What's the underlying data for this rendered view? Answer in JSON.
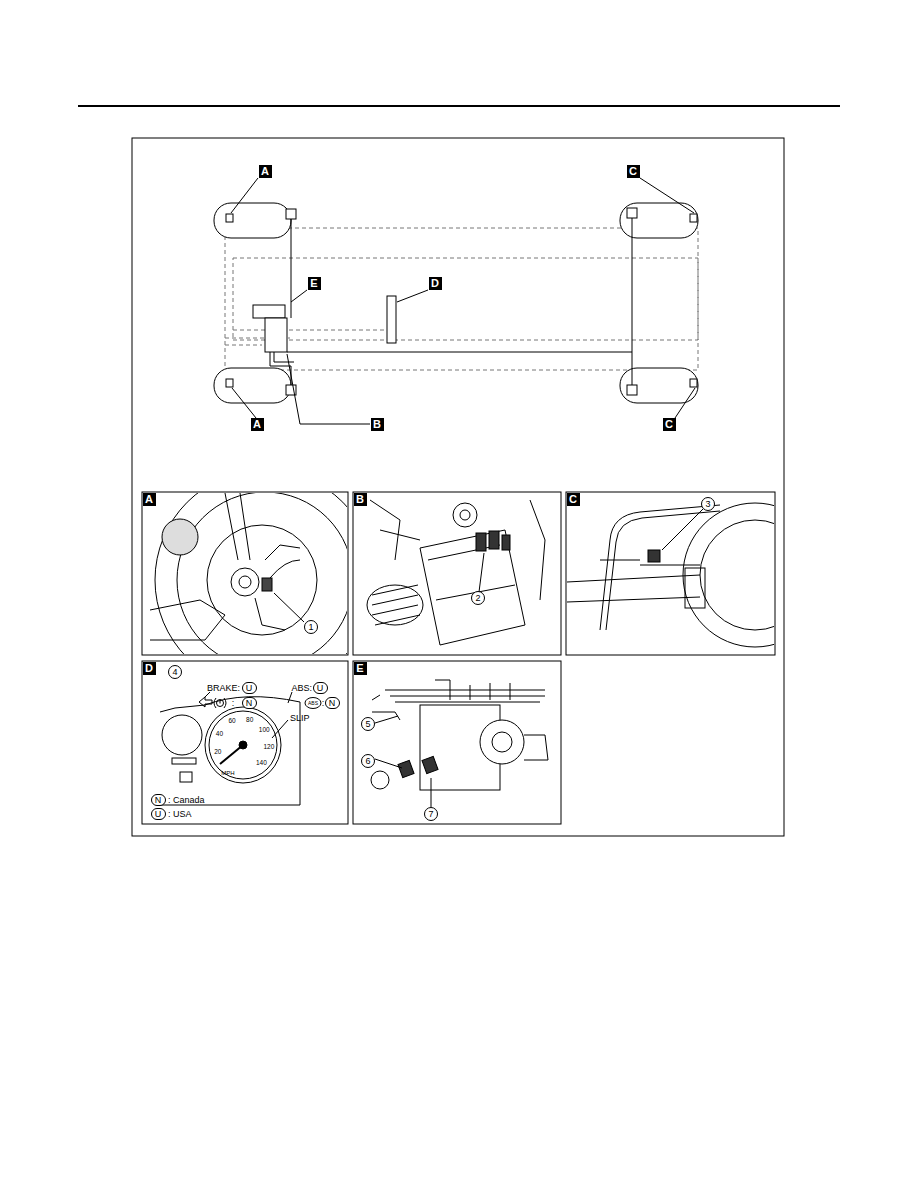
{
  "diagram": {
    "nodes": [
      {
        "text": [
          "A"
        ]
      },
      {
        "text": [
          "C"
        ]
      },
      {
        "text": [
          "E"
        ]
      },
      {
        "text": [
          "D"
        ]
      },
      {
        "text": [
          "A"
        ]
      },
      {
        "text": [
          "B"
        ]
      },
      {
        "text": [
          "C"
        ]
      },
      {
        "text": [
          "A"
        ]
      },
      {
        "text": [
          "1"
        ]
      },
      {
        "text": [
          "B"
        ]
      },
      {
        "text": [
          "2"
        ]
      },
      {
        "text": [
          "C"
        ]
      },
      {
        "text": [
          "3"
        ]
      },
      {
        "text": [
          "D"
        ]
      },
      {
        "text": [
          "4"
        ]
      },
      {
        "text": [
          "U"
        ]
      },
      {
        "text": [
          "U"
        ]
      },
      {
        "text": [
          "N"
        ]
      },
      {
        "text": [
          "N"
        ]
      },
      {
        "text": [
          "N"
        ]
      },
      {
        "text": [
          "U"
        ]
      },
      {
        "text": [
          "E"
        ]
      },
      {
        "text": [
          "5"
        ]
      },
      {
        "text": [
          "6"
        ]
      },
      {
        "text": [
          "7"
        ]
      }
    ],
    "labels": [
      "BRAKE:",
      "ABS:",
      ":",
      "ABS",
      ":",
      "SLIP",
      "20",
      "40",
      "60",
      "80",
      "100",
      "120",
      "140",
      "MPH",
      ": Canada",
      ": USA"
    ]
  }
}
